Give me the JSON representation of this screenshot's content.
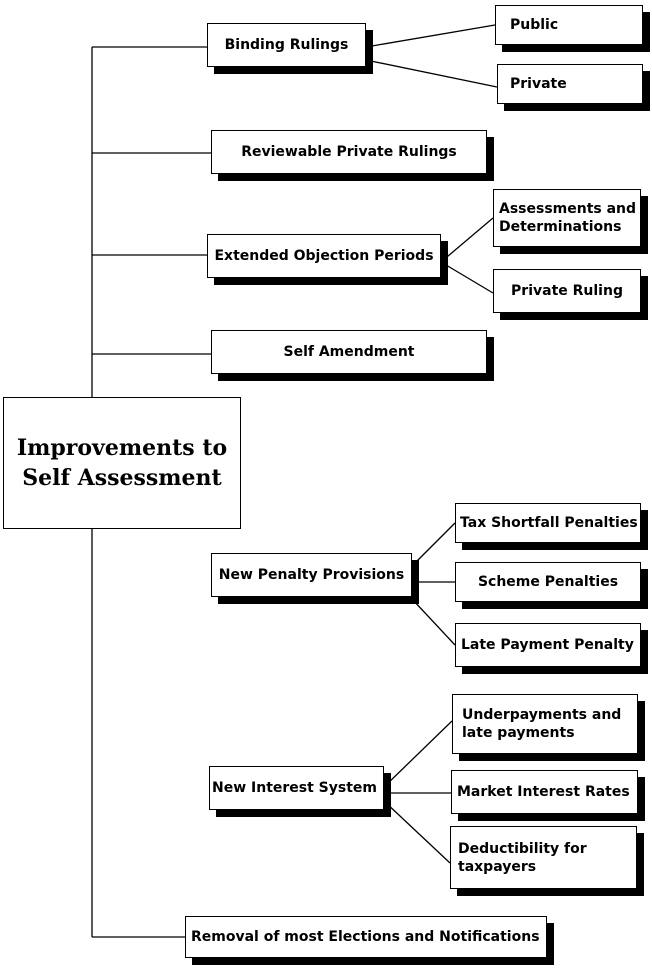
{
  "root": {
    "title": "Improvements to\nSelf Assessment"
  },
  "branches": {
    "binding_rulings": "Binding Rulings",
    "public": "Public",
    "private": "Private",
    "reviewable": "Reviewable Private Rulings",
    "extended_objection": "Extended Objection Periods",
    "assessments": "Assessments and\nDeterminations",
    "private_ruling": "Private Ruling",
    "self_amendment": "Self Amendment",
    "new_penalty": "New Penalty Provisions",
    "tax_shortfall": "Tax Shortfall Penalties",
    "scheme_penalties": "Scheme Penalties",
    "late_payment_penalty": "Late Payment Penalty",
    "new_interest": "New Interest System",
    "underpayments": "Underpayments and\nlate payments",
    "market_interest": "Market Interest Rates",
    "deductibility": "Deductibility for\ntaxpayers",
    "removal": "Removal of most Elections and Notifications"
  }
}
